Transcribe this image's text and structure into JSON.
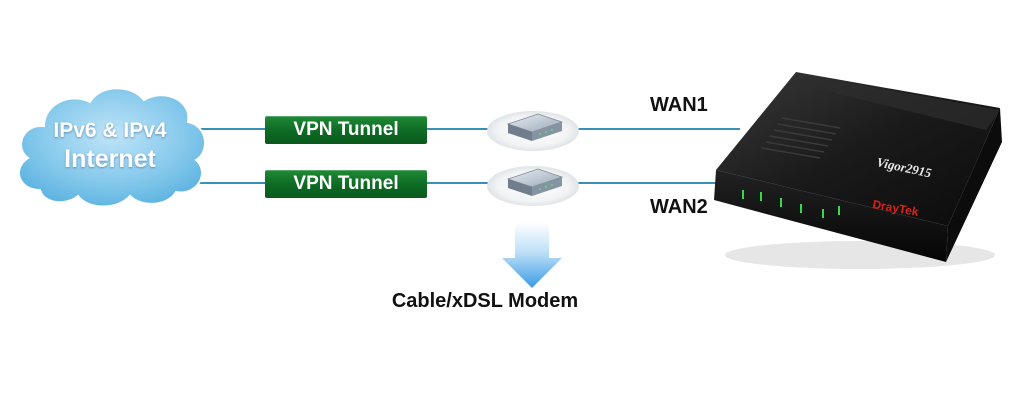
{
  "cloud": {
    "line1": "IPv6 & IPv4",
    "line2": "Internet"
  },
  "tunnels": [
    {
      "label": "VPN Tunnel"
    },
    {
      "label": "VPN Tunnel"
    }
  ],
  "wan": {
    "wan1": "WAN1",
    "wan2": "WAN2"
  },
  "modem": {
    "caption": "Cable/xDSL Modem"
  },
  "router": {
    "model": "Vigor2915",
    "brand": "DrayTek"
  },
  "colors": {
    "line": "#3a8fb7",
    "tunnel": "#0d6a24",
    "cloud": "#7fc3e8",
    "arrow": "#4aa8e8",
    "brand": "#d4221c"
  }
}
